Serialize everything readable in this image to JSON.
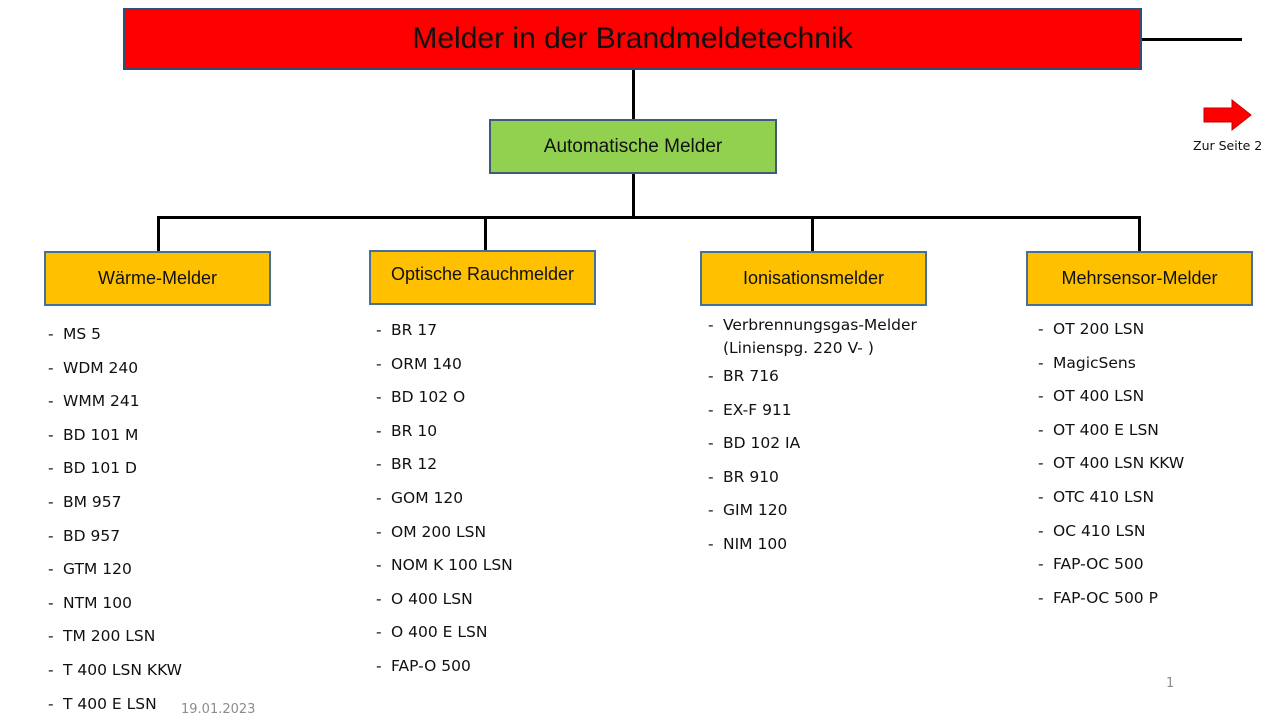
{
  "title": "Melder in der Brandmeldetechnik",
  "subtitle_box": "Automatische Melder",
  "nav": {
    "next_label": "Zur Seite 2",
    "arrow_color": "#ff0000"
  },
  "colors": {
    "title_bg": "#ff0000",
    "auto_bg": "#92d050",
    "category_bg": "#ffc000",
    "border": "#41719c"
  },
  "dash": "-",
  "categories": [
    {
      "label": "Wärme-Melder",
      "items": [
        "MS 5",
        "WDM 240",
        "WMM 241",
        "BD 101 M",
        "BD 101 D",
        "BM 957",
        "BD 957",
        "GTM 120",
        "NTM 100",
        "TM 200 LSN",
        "T 400 LSN KKW",
        "T 400 E LSN"
      ]
    },
    {
      "label": "Optische Rauchmelder",
      "items": [
        "BR 17",
        "ORM 140",
        "BD 102 O",
        "BR 10",
        "BR 12",
        "GOM 120",
        "OM 200 LSN",
        "NOM K 100 LSN",
        "O 400 LSN",
        "O 400 E LSN",
        "FAP-O 500"
      ]
    },
    {
      "label": "Ionisationsmelder",
      "first_item_line1": "Verbrennungsgas-Melder",
      "first_item_line2": "(Linienspg. 220 V- )",
      "items": [
        "BR 716",
        "EX-F 911",
        "BD 102 IA",
        "BR 910",
        "GIM 120",
        "NIM 100"
      ]
    },
    {
      "label": "Mehrsensor-Melder",
      "items": [
        "OT 200 LSN",
        "MagicSens",
        "OT 400 LSN",
        "OT 400 E LSN",
        "OT 400 LSN KKW",
        "OTC 410 LSN",
        "OC 410 LSN",
        "FAP-OC 500",
        "FAP-OC 500 P"
      ]
    }
  ],
  "footer": {
    "date": "19.01.2023",
    "page": "1"
  }
}
